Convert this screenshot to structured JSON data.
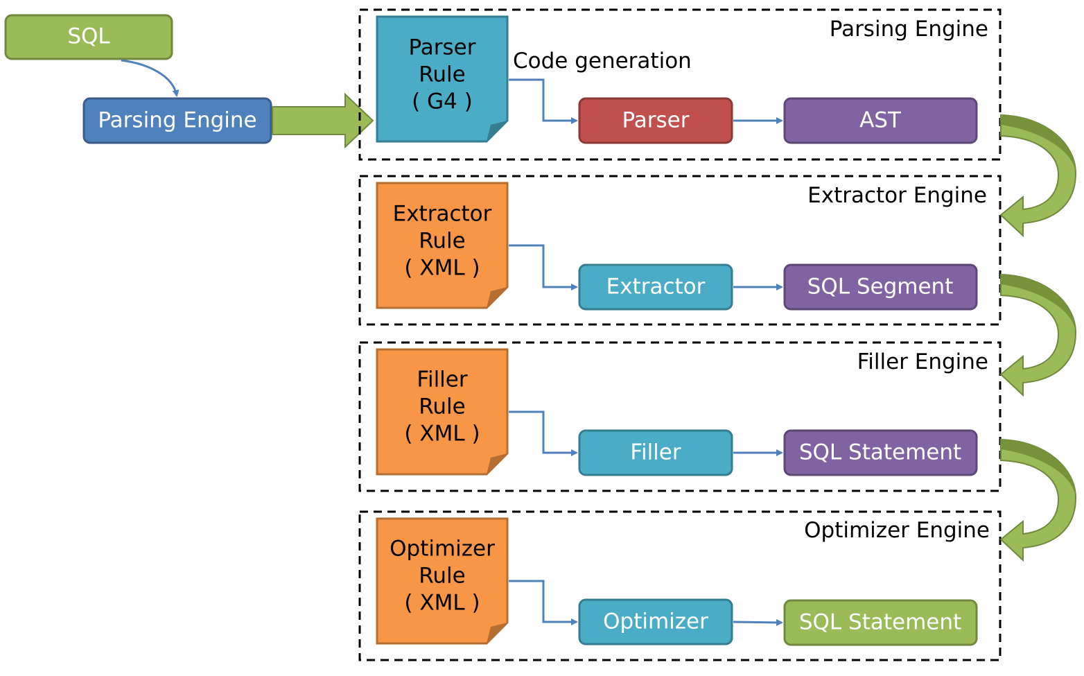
{
  "source": {
    "label": "SQL"
  },
  "entry": {
    "label": "Parsing Engine"
  },
  "sections": [
    {
      "title": "Parsing Engine",
      "rule": [
        "Parser",
        "Rule",
        "( G4 )"
      ],
      "processor": "Parser",
      "output": "AST",
      "edge_label": "Code generation"
    },
    {
      "title": "Extractor Engine",
      "rule": [
        "Extractor",
        "Rule",
        "( XML )"
      ],
      "processor": "Extractor",
      "output": "SQL Segment"
    },
    {
      "title": "Filler Engine",
      "rule": [
        "Filler",
        "Rule",
        "( XML )"
      ],
      "processor": "Filler",
      "output": "SQL Statement"
    },
    {
      "title": "Optimizer Engine",
      "rule": [
        "Optimizer",
        "Rule",
        "( XML )"
      ],
      "processor": "Optimizer",
      "output": "SQL Statement"
    }
  ],
  "colors": {
    "green_fill": "#9bbb59",
    "green_stroke": "#71893f",
    "blue_fill": "#4f81bd",
    "blue_stroke": "#385d8a",
    "teal_fill": "#4bacc6",
    "teal_stroke": "#357d91",
    "orange_fill": "#f79646",
    "orange_stroke": "#b66d31",
    "red_fill": "#c0504d",
    "red_stroke": "#8c3836",
    "purple_fill": "#8064a2",
    "purple_stroke": "#5c4776",
    "connector": "#4f81bd"
  }
}
